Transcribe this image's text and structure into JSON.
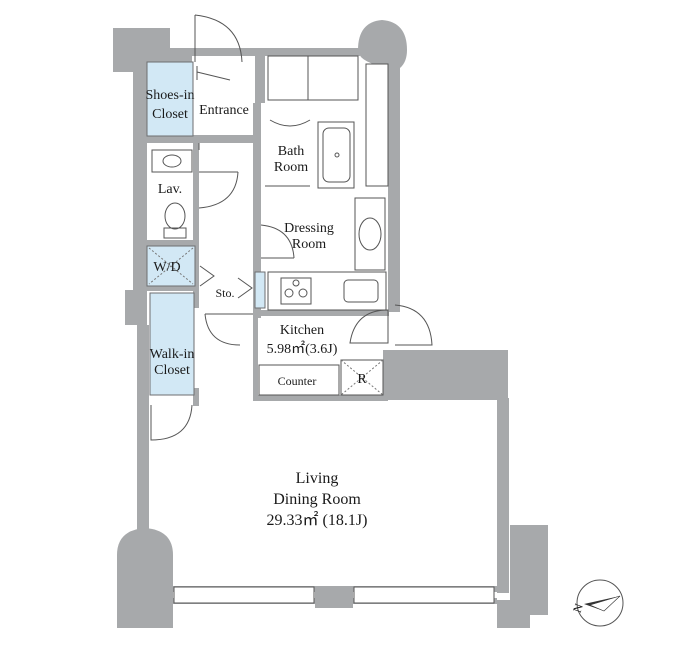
{
  "rooms": {
    "shoes_closet": {
      "line1": "Shoes-in",
      "line2": "Closet"
    },
    "entrance": {
      "label": "Entrance"
    },
    "bath": {
      "line1": "Bath",
      "line2": "Room"
    },
    "lav": {
      "label": "Lav."
    },
    "dressing": {
      "line1": "Dressing",
      "line2": "Room"
    },
    "wd": {
      "label": "W/D"
    },
    "storage": {
      "label": "Sto."
    },
    "kitchen": {
      "line1": "Kitchen",
      "line2": "5.98㎡(3.6J)"
    },
    "walkin_closet": {
      "line1": "Walk-in",
      "line2": "Closet"
    },
    "counter": {
      "label": "Counter"
    },
    "refrigerator": {
      "label": "R"
    },
    "living": {
      "line1": "Living",
      "line2": "Dining Room",
      "line3": "29.33㎡ (18.1J)"
    }
  },
  "compass": {
    "direction": "N"
  },
  "colors": {
    "wall": "#a7a9ab",
    "closet_fill": "#d2e8f5"
  }
}
